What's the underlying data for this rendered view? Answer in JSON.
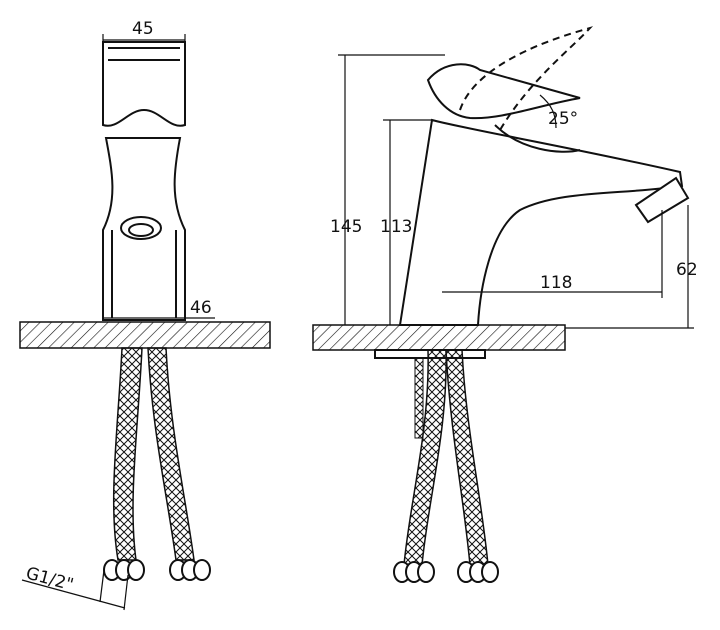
{
  "title": "Faucet technical drawing",
  "front_view": {
    "dim_top_width": "45",
    "dim_base_width": "46",
    "dim_thread": "G1/2\""
  },
  "side_view": {
    "dim_total_height": "145",
    "dim_body_height": "113",
    "dim_lever_angle": "25°",
    "dim_spout_reach": "118",
    "dim_spout_height": "62"
  }
}
